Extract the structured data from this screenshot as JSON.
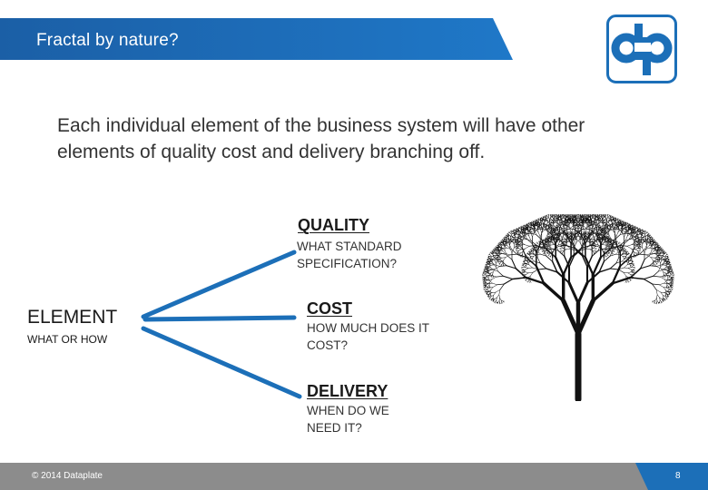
{
  "header": {
    "title": "Fractal by nature?"
  },
  "logo": {
    "alt": "dp logo"
  },
  "intro": {
    "text": "Each individual element of the business system will have other elements of quality cost and delivery branching off."
  },
  "element": {
    "title": "ELEMENT",
    "subtitle": "WHAT OR HOW"
  },
  "branches": [
    {
      "label": "QUALITY",
      "sub": "WHAT STANDARD SPECIFICATION?"
    },
    {
      "label": "COST",
      "sub": "HOW MUCH DOES IT COST?"
    },
    {
      "label": "DELIVERY",
      "sub": "WHEN DO WE NEED IT?"
    }
  ],
  "footer": {
    "copyright": "© 2014 Dataplate",
    "page": "8"
  },
  "colors": {
    "accent": "#1c6fb8",
    "footer": "#8c8c8c"
  }
}
